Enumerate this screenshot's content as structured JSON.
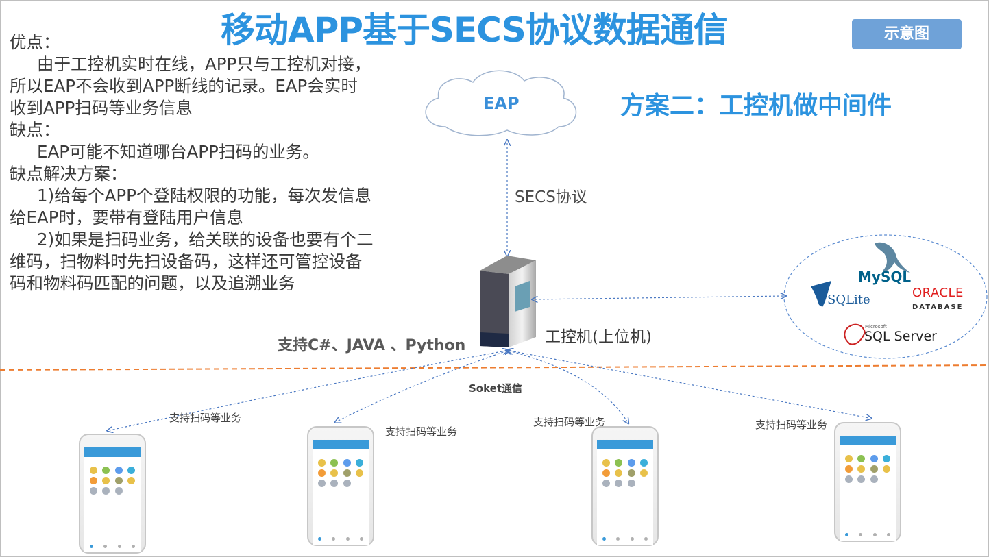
{
  "title": "移动APP基于SECS协议数据通信",
  "badge": "示意图",
  "subtitle": "方案二：工控机做中间件",
  "notes": {
    "pros_heading": "优点：",
    "pros_line1": "由于工控机实时在线，APP只与工控机对接，",
    "pros_line2": "所以EAP不会收到APP断线的记录。EAP会实时",
    "pros_line3": "收到APP扫码等业务信息",
    "cons_heading": "缺点：",
    "cons_line1": "EAP可能不知道哪台APP扫码的业务。",
    "solutions_heading": "缺点解决方案：",
    "sol1_line1": "1)给每个APP个登陆权限的功能，每次发信息",
    "sol1_line2": "给EAP时，要带有登陆用户信息",
    "sol2_line1": "2)如果是扫码业务，给关联的设备也要有个二",
    "sol2_line2": "维码，扫物料时先扫设备码，这样还可管控设备",
    "sol2_line3": "码和物料码匹配的问题，以及追溯业务"
  },
  "diagram": {
    "cloud_label": "EAP",
    "protocol_label": "SECS协议",
    "server_label": "工控机(上位机)",
    "lang_support": "支持C#、JAVA 、Python",
    "socket_label": "Soket通信",
    "databases": {
      "mysql": "MySQL",
      "sqlite": "SQLite",
      "oracle": "ORACLE",
      "oracle_sub": "DATABASE",
      "sqlserver_brand": "Microsoft",
      "sqlserver": "SQL Server"
    },
    "phone_labels": [
      "支持扫码等业务",
      "支持扫码等业务",
      "支持扫码等业务",
      "支持扫码等业务"
    ]
  },
  "colors": {
    "accent": "#2c93df",
    "badge_bg": "#6fa2d8",
    "divider": "#ed7d31",
    "arrow": "#4a78c2"
  }
}
